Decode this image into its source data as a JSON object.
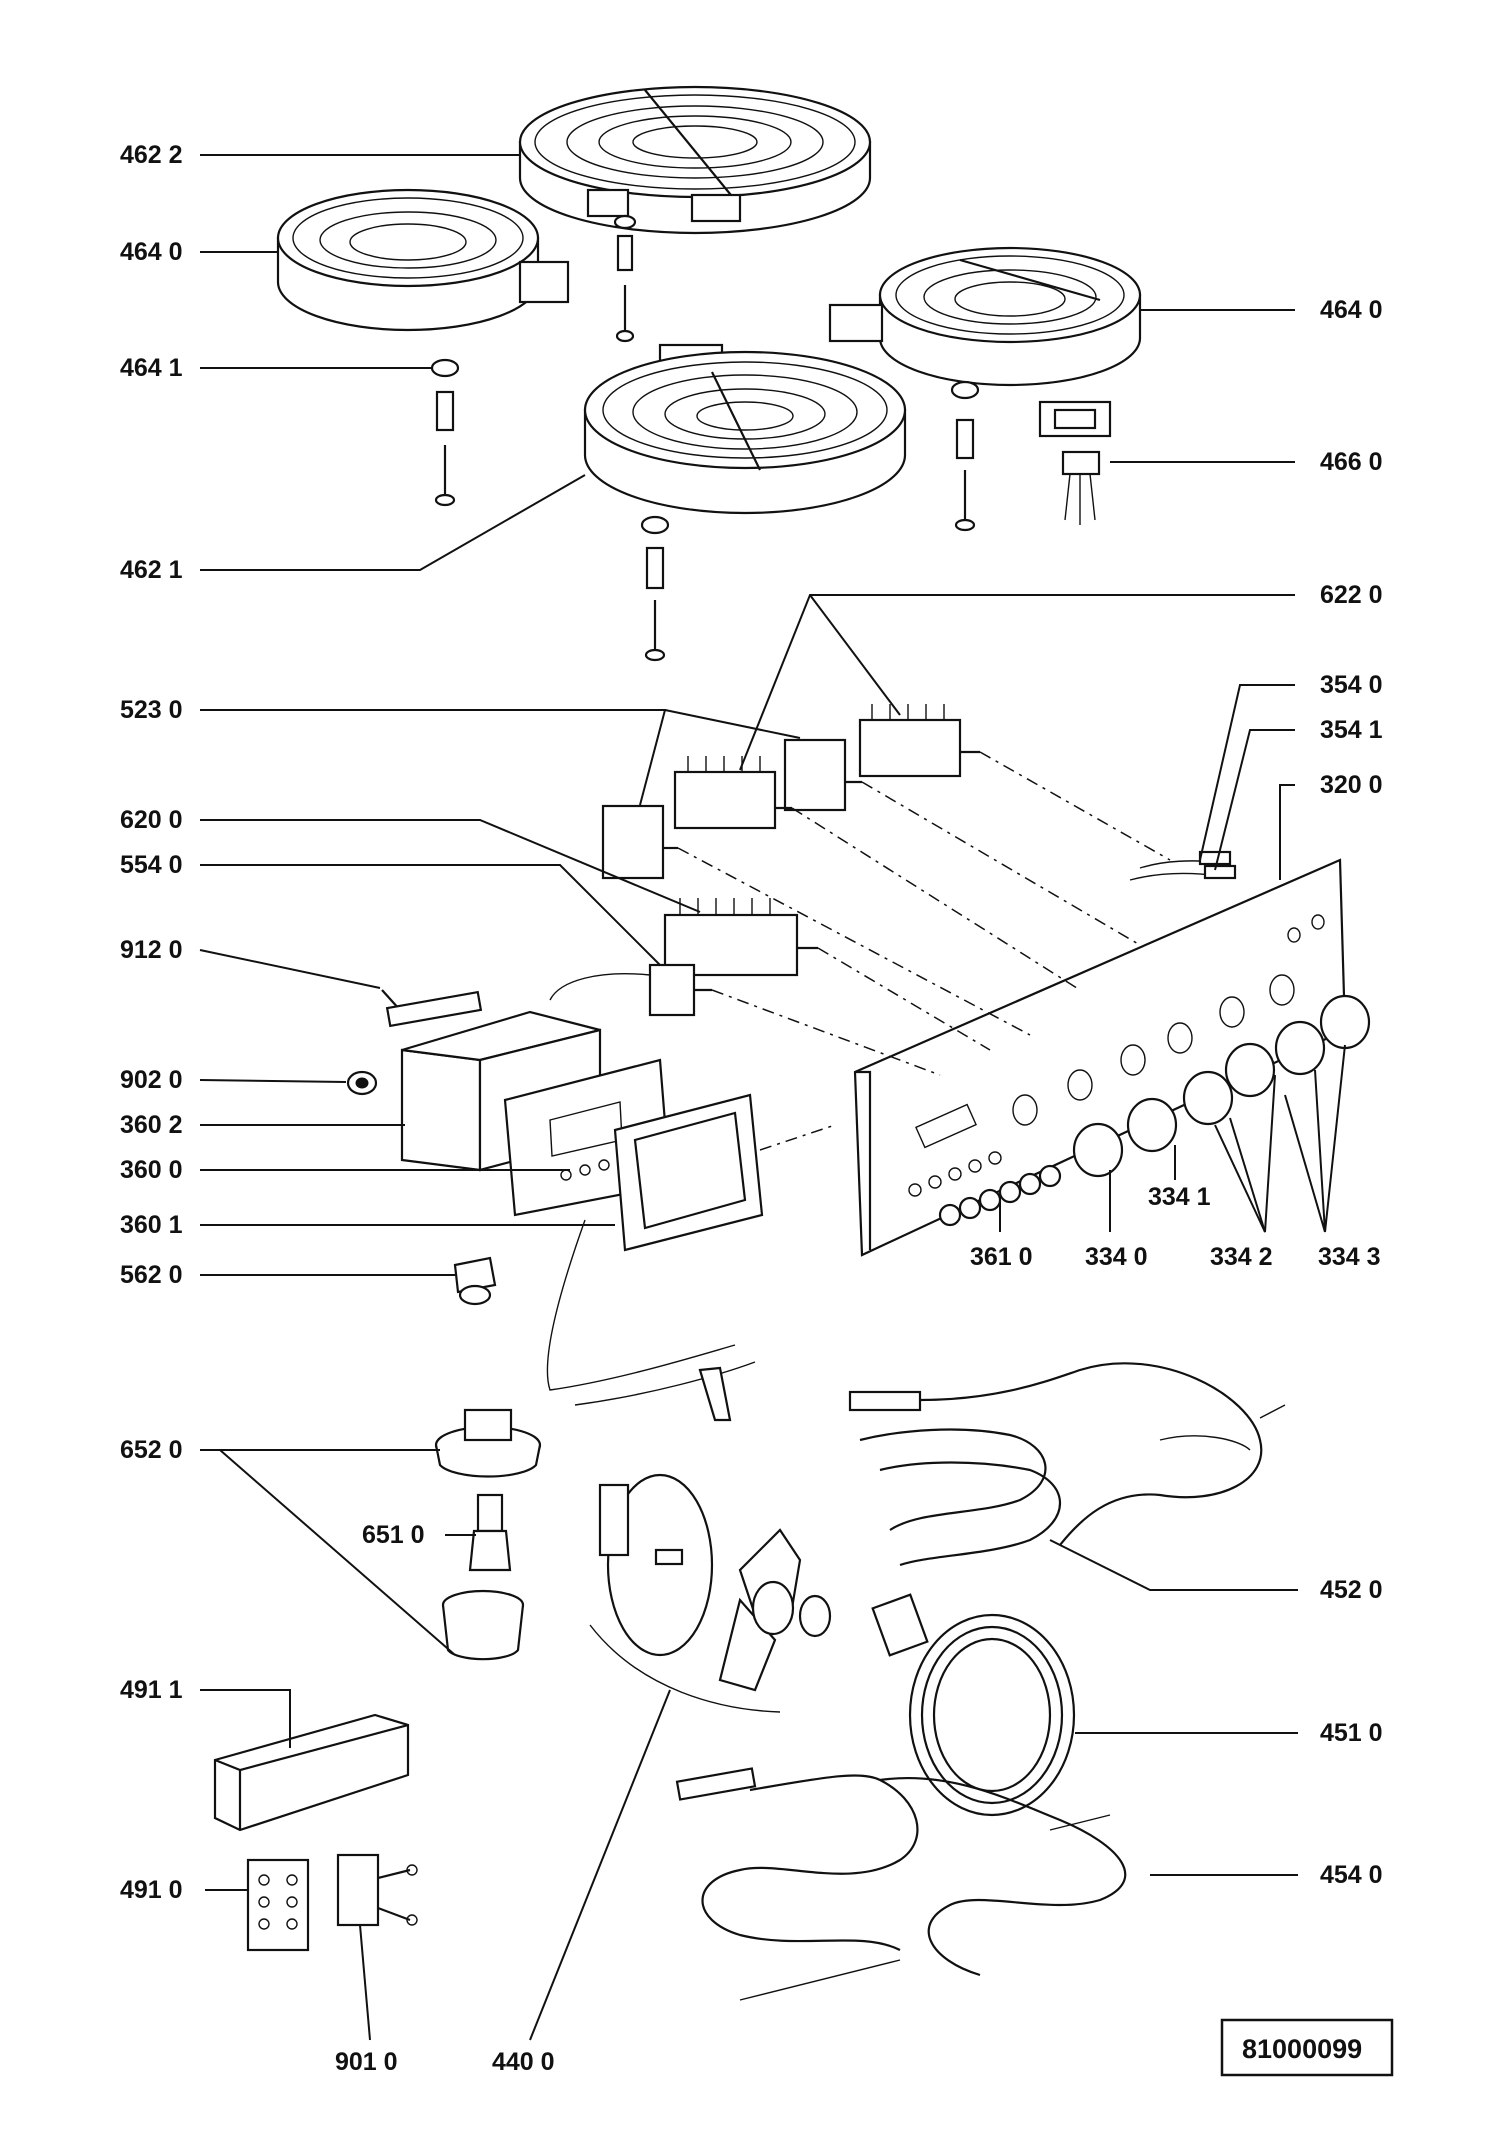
{
  "diagram": {
    "document_number": "81000099",
    "callouts": {
      "c4622": "462 2",
      "c4640l": "464 0",
      "c4640r": "464 0",
      "c4641": "464 1",
      "c4660": "466 0",
      "c4621": "462 1",
      "c6220": "622 0",
      "c5230": "523 0",
      "c3540": "354 0",
      "c3541": "354 1",
      "c3200": "320 0",
      "c6200": "620 0",
      "c5540": "554 0",
      "c9120": "912 0",
      "c9020": "902 0",
      "c3602": "360 2",
      "c3600": "360 0",
      "c3601": "360 1",
      "c5620": "562 0",
      "c3610": "361 0",
      "c3340": "334 0",
      "c3341": "334 1",
      "c3342": "334 2",
      "c3343": "334 3",
      "c6520": "652 0",
      "c6510": "651 0",
      "c4520": "452 0",
      "c4510": "451 0",
      "c4911": "491 1",
      "c4910": "491 0",
      "c4540": "454 0",
      "c9010": "901 0",
      "c4400": "440 0"
    }
  }
}
